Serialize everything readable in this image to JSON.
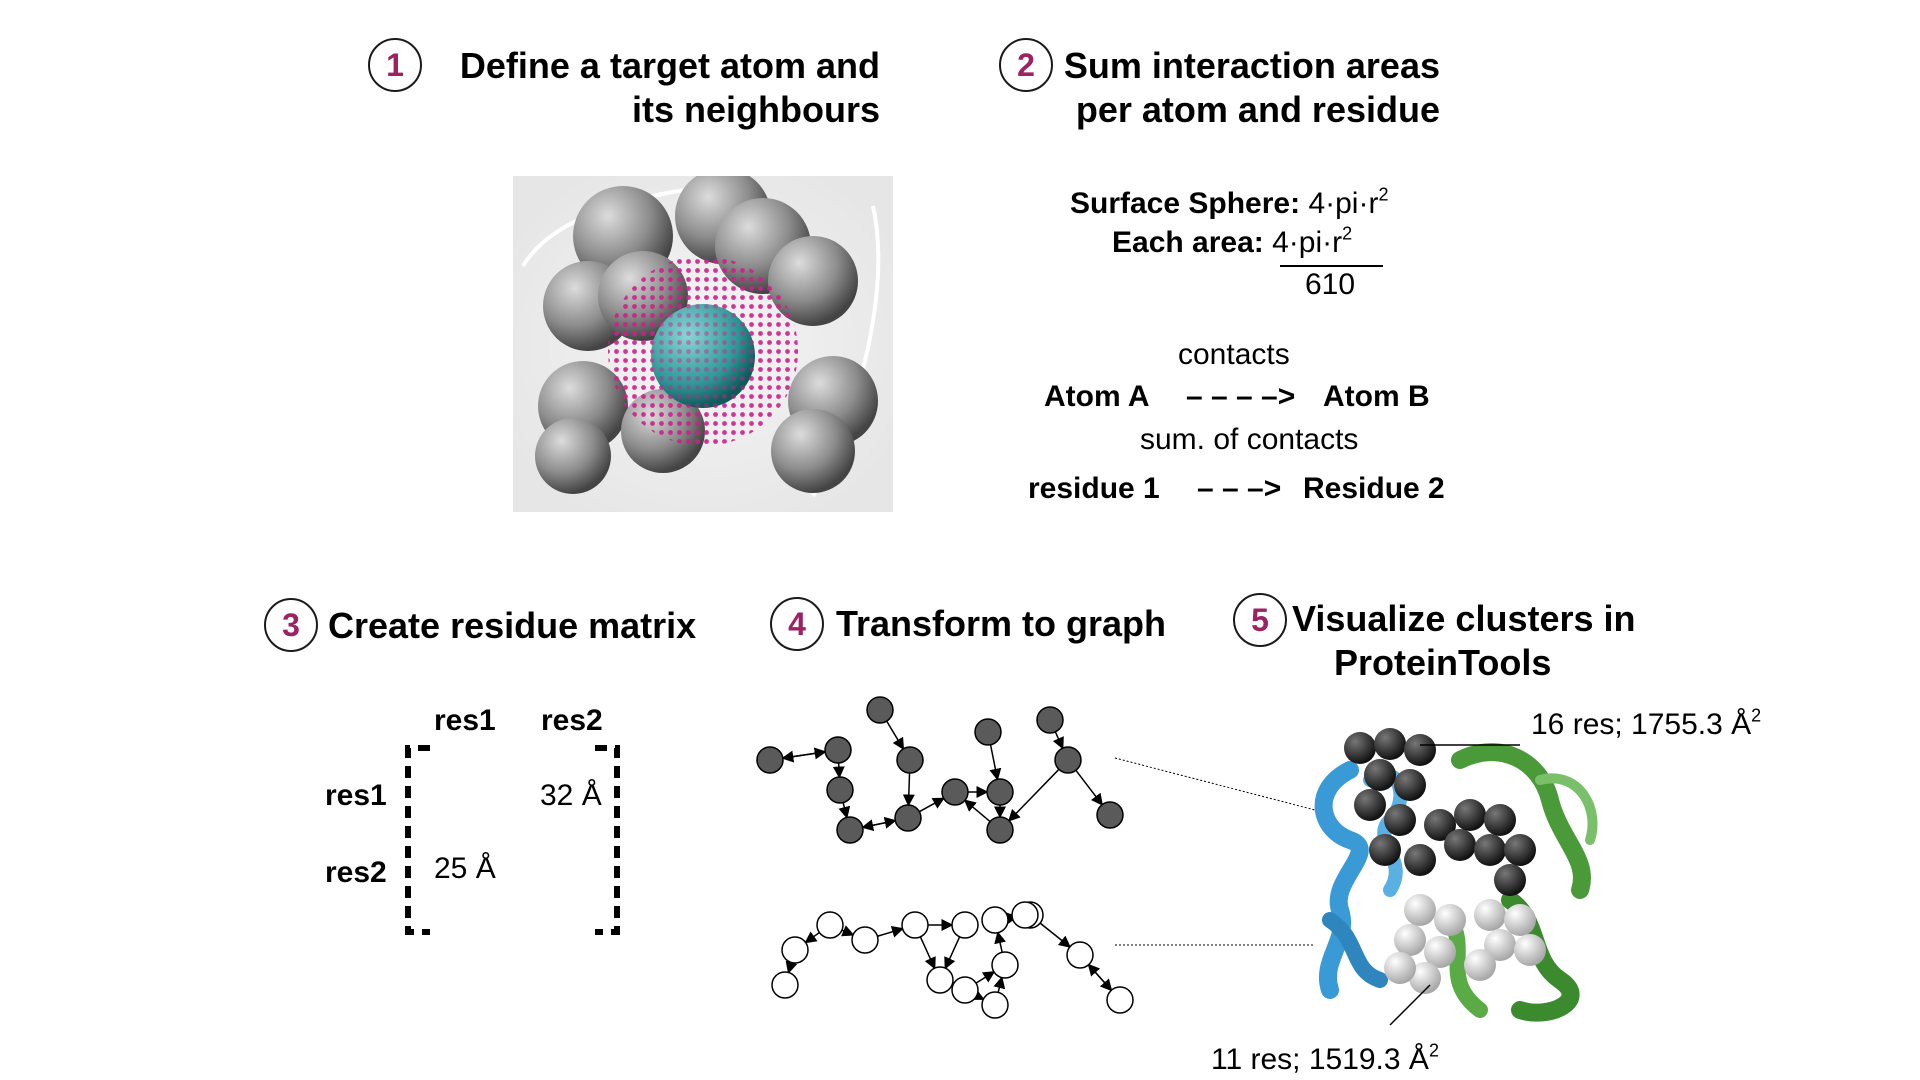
{
  "steps": [
    {
      "num": "1",
      "line1": "Define a target atom and",
      "line2": "its neighbours"
    },
    {
      "num": "2",
      "line1": "Sum interaction areas",
      "line2": "per atom and residue"
    },
    {
      "num": "3",
      "line1": "Create residue matrix"
    },
    {
      "num": "4",
      "line1": "Transform to graph"
    },
    {
      "num": "5",
      "line1": "Visualize clusters in",
      "line2": "ProteinTools"
    }
  ],
  "formula": {
    "surface_label": "Surface Sphere:",
    "surface_value": "4·pi·r",
    "each_label": "Each area:",
    "each_numerator": "4·pi·r",
    "each_denominator": "610",
    "exponent": "2"
  },
  "contacts": {
    "contacts_label": "contacts",
    "atom_a": "Atom A",
    "atom_arrow": "– – – –>",
    "atom_b": "Atom B",
    "sum_label": "sum. of contacts",
    "residue_1": "residue 1",
    "residue_arrow": "– – –>",
    "residue_2": "Residue 2"
  },
  "matrix": {
    "col_headers": [
      "res1",
      "res2"
    ],
    "row_headers": [
      "res1",
      "res2"
    ],
    "cells": [
      [
        "",
        "32 Å"
      ],
      [
        "25 Å",
        ""
      ]
    ]
  },
  "clusters": {
    "top_label": "16 res; 1755.3 Å",
    "bottom_label": "11 res; 1519.3 Å",
    "exponent": "2"
  },
  "colors": {
    "accent": "#9c2262",
    "target_atom": "#3aa3a3",
    "dots": "#cc1f8a",
    "neighbour_atoms": "#8a8a8a",
    "graph_dark": "#5a5a5a",
    "helix_blue": "#3a9ad6",
    "helix_green": "#4a9a3a"
  }
}
